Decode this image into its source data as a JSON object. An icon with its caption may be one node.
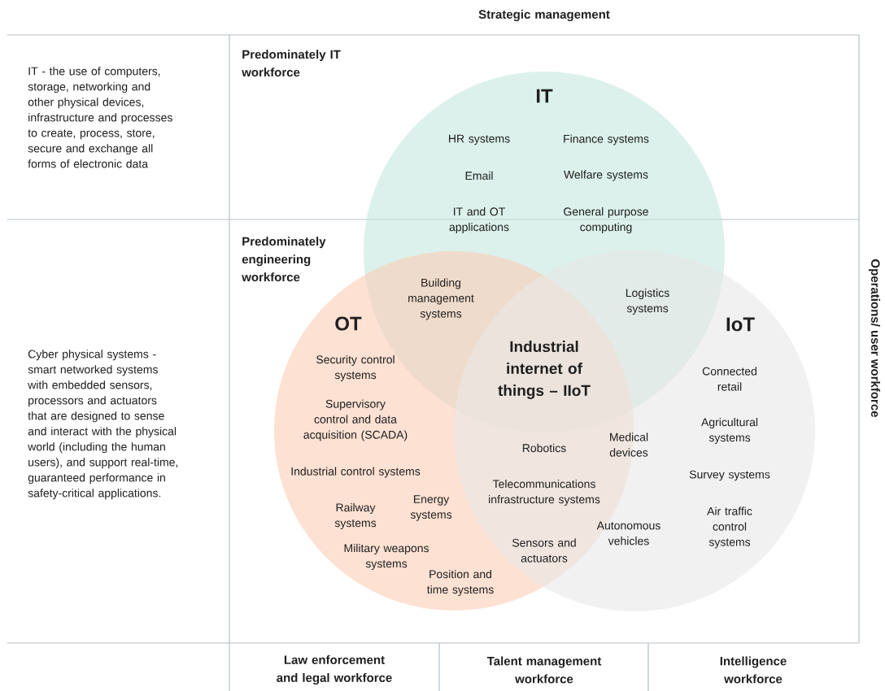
{
  "diagram": {
    "nodes": [
      {
        "text": [
          "IT"
        ]
      },
      {
        "text": [
          "OT"
        ]
      },
      {
        "text": [
          "IoT"
        ]
      }
    ],
    "labels": [
      "Strategic management",
      "IT - the use of computers, storage, networking and other physical devices, infrastructure and processes to create, process, store, secure and exchange all forms of electronic data",
      "Predominately IT workforce",
      "HR systems",
      "Finance systems",
      "Email",
      "Welfare systems",
      "IT and OT applications",
      "General purpose computing",
      "Cyber physical systems - smart networked systems with embedded sensors, processors and actuators that are designed to sense and interact with the physical world (including the human users), and support real-time, guaranteed performance in safety-critical applications.",
      "Predominately engineering workforce",
      "Building management systems",
      "Logistics systems",
      "Industrial internet of things – IIoT",
      "Operations/ user workforce",
      "Connected retail",
      "Security control systems",
      "Supervisory control and data acquisition (SCADA)",
      "Agricultural systems",
      "Robotics",
      "Medical devices",
      "Industrial control systems",
      "Survey systems",
      "Telecommunications infrastructure systems",
      "Railway systems",
      "Energy systems",
      "Air traffic control systems",
      "Autonomous vehicles",
      "Military weapons systems",
      "Sensors and actuators",
      "Position and time systems",
      "Law enforcement and legal workforce",
      "Talent management workforce",
      "Intelligence workforce"
    ]
  }
}
